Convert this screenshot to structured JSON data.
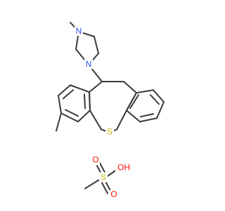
{
  "molecule": {
    "atom_labels": {
      "n_top": "N",
      "n_bottom": "N",
      "sulfur": "S",
      "sulfur_sulfonyl": "S",
      "oxygen_top": "O",
      "oxygen_bottom": "O",
      "hydroxyl": "OH"
    },
    "colors": {
      "bond": "#3a3a3a",
      "nitrogen": "#3050f8",
      "sulfur": "#c8b400",
      "oxygen": "#ff0d0d"
    }
  }
}
